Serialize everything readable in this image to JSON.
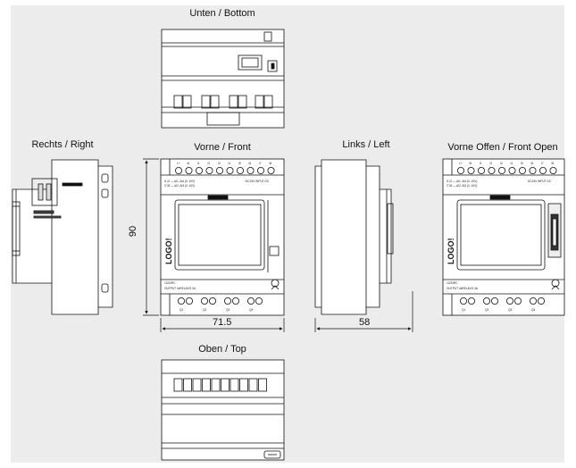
{
  "views": {
    "bottom": "Unten / Bottom",
    "right": "Rechts / Right",
    "front": "Vorne / Front",
    "left": "Links / Left",
    "front_open": "Vorne Offen / Front Open",
    "top": "Oben / Top"
  },
  "dimensions": {
    "height": "90",
    "front_width": "71.5",
    "depth": "58"
  },
  "device": {
    "logo": "LOGO!",
    "terminal_labels": [
      "L+",
      "M",
      "I1",
      "I2",
      "I3",
      "I4",
      "I5",
      "I6",
      "I7",
      "I8"
    ],
    "output_labels": [
      "Q1",
      "Q2",
      "Q3",
      "Q4"
    ]
  }
}
